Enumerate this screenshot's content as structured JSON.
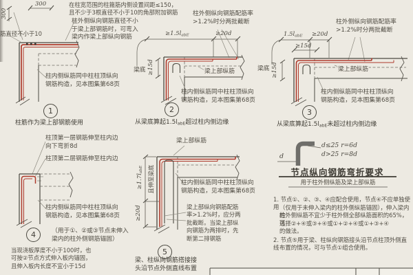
{
  "colors": {
    "bg": "#edeae2",
    "ink": "#4b4941",
    "rebar_red": "#ae3a2c"
  },
  "d1": {
    "num": "1",
    "dim_top": "300",
    "dim_left": "300",
    "note_corner": "在柱宽范围的柱箍筋内侧设置间距≤150，\n且不少于3根直径不小于10的角部附加钢筋",
    "label_left": "筋直径不小于10",
    "note_right": "柱外侧纵向钢筋直径不小\n于梁上部钢筋时，可弯入\n梁内作梁上部纵向钢筋",
    "note_inner": "柱内侧纵筋同中柱柱顶纵向\n钢筋构造，见本图集第68页",
    "caption": "柱筋作为梁上部钢筋使用"
  },
  "d2": {
    "num": "2",
    "note_top": "柱外侧纵向钢筋配筋率\n>1.2%时分两批截断",
    "dim_a_pre": "≥1.5l",
    "dim_a_sub": "abE",
    "dim_b": "≥20d",
    "dim_left": "≥15d",
    "beam_bottom": "梁底",
    "beam_top": "梁上部纵筋",
    "note_inner": "柱内侧纵筋同中柱柱顶纵向\n钢筋构造，见本图集第68页",
    "cap_pre": "从梁底算起1.5l",
    "cap_sub": "abE",
    "cap_post": "超过柱内侧边缘"
  },
  "d3": {
    "num": "3",
    "note_top": "柱外侧纵向钢筋配筋率\n>1.2%时分两批截断",
    "dim_a_pre": "1.5l",
    "dim_a_sub": "abE",
    "dim_b": "≥20d",
    "dim_c": "≥15d",
    "dim_left": "≥15d",
    "beam_bottom": "梁底",
    "beam_top": "梁上部纵筋",
    "note_inner": "柱内侧纵筋同中柱柱顶纵向\n钢筋构造，见本图集第68页",
    "cap_pre": "从梁底算起1.5l",
    "cap_sub": "abE",
    "cap_post": "未超过柱内侧边缘"
  },
  "d4": {
    "num": "4",
    "note1": "柱顶第一层钢筋伸至柱内边\n向下弯折8d",
    "note2": "柱顶第二层钢筋伸至柱内边",
    "note_inner": "柱内侧纵筋同中柱柱顶纵向\n钢筋构造，见本图集第68页",
    "usage": "（用于①、②或③节点未伸入\n梁内的柱外侧钢筋锚固）",
    "note3": "当现浇板厚度不小于100时，也\n可按②节点方式伸入板内锚固，\n且伸入板内长度不宜小于15d"
  },
  "d5": {
    "num": "5",
    "beam_top": "梁上部纵筋",
    "dim_a_pre": "≥1.7l",
    "dim_a_sub": "abE",
    "dim_a2": "且伸至梁底",
    "dim_b": "≥20d",
    "note_inner": "柱内侧纵筋同中柱柱顶纵向\n钢筋构造，见本图集第68页",
    "note_right": "梁上部纵向钢筋配筋\n率>1.2%时，应分两\n批截断。当梁上部纵\n向钢筋为两排时，先\n断第二排钢筋",
    "caption": "梁、柱纵向钢筋搭接接\n头沿节点外侧直线布置"
  },
  "bend": {
    "f1": "d≤25  r=6d",
    "f2": "d>25  r=8d",
    "d_label": "d",
    "title": "节点纵向钢筋弯折要求",
    "subtitle": "用于柱外侧纵筋及梁上部纵筋"
  },
  "notes": {
    "l1": "1. 节点①、②、③、④应配合使用，节点④不应单独使用",
    "l2": "（仅用于未伸入梁内的柱外侧纵筋锚固），伸入梁内的",
    "l3": "柱外侧纵筋不宜少于柱外侧全部纵筋面积的65%，可",
    "l4": "选择②+④或③+④或①+②+④或①+③+④",
    "l5": "的做法。",
    "l6": "2. 节点⑤用于梁、柱纵向钢筋接头沿节点柱顶外侧直线",
    "l7": "布置的情况，可与节点①组合使用。"
  }
}
